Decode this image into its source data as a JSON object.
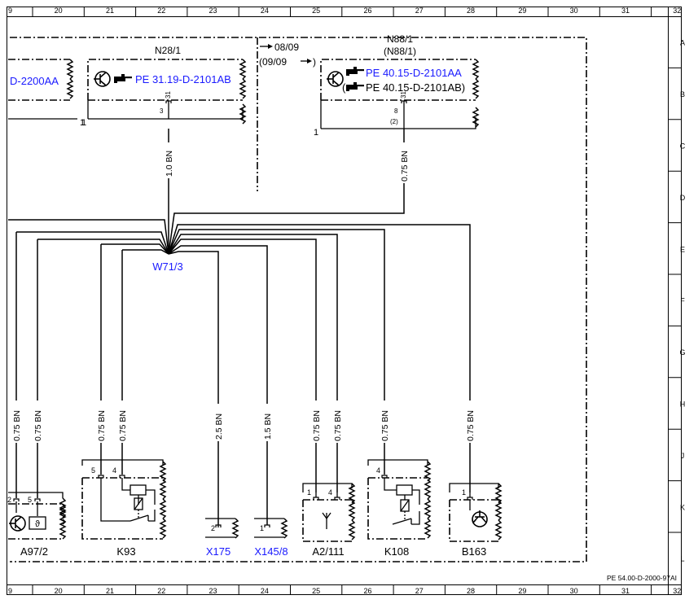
{
  "grid": {
    "columns": [
      "9",
      "20",
      "21",
      "22",
      "23",
      "24",
      "25",
      "26",
      "27",
      "28",
      "29",
      "30",
      "31",
      "32"
    ],
    "rows": [
      "A",
      "B",
      "C",
      "D",
      "E",
      "F",
      "G",
      "H",
      "J",
      "K",
      "L"
    ]
  },
  "doc_ref": "PE 54.00-D-2000-97AI",
  "connections": {
    "to_label": "08/09",
    "from_label": "(09/09"
  },
  "modules": {
    "left_partial": {
      "ref": "D-2200AA",
      "pin": "1"
    },
    "n28": {
      "name": "N28/1",
      "ref": "PE 31.19-D-2101AB",
      "pin_ground": "1",
      "pin_a": "3",
      "pin_b": "31"
    },
    "n88": {
      "name": "N88/1",
      "name_alt": "(N88/1)",
      "ref": "PE 40.15-D-2101AA",
      "ref_alt": "PE 40.15-D-2101AB)",
      "ref_alt_open": "(",
      "pin_ground": "1",
      "pin_a": "8",
      "pin_a_alt": "(2)",
      "pin_b": "31"
    }
  },
  "splice": {
    "name": "W71/3"
  },
  "wires": {
    "n28_ground": "1.0 BN",
    "n88_ground": "0.75 BN",
    "a97_pin2": "0.75 BN",
    "a97_pin5": "0.75 BN",
    "k93_pin5": "0.75 BN",
    "k93_pin4": "0.75 BN",
    "x175": "2.5 BN",
    "x145": "1.5 BN",
    "a2_pin1": "0.75 BN",
    "a2_pin4": "0.75 BN",
    "k108_pin4": "0.75 BN",
    "b163_pin1": "0.75 BN"
  },
  "components": {
    "a97": {
      "name": "A97/2",
      "pin_a": "2",
      "pin_b": "5"
    },
    "k93": {
      "name": "K93",
      "pin_a": "5",
      "pin_b": "4"
    },
    "x175": {
      "name": "X175",
      "pin": "2"
    },
    "x145": {
      "name": "X145/8",
      "pin": "1"
    },
    "a2": {
      "name": "A2/111",
      "pin_a": "1",
      "pin_b": "4"
    },
    "k108": {
      "name": "K108",
      "pin": "4"
    },
    "b163": {
      "name": "B163",
      "pin": "1"
    }
  },
  "colors": {
    "line": "#000000",
    "link": "#1a1aff"
  },
  "icons": [
    "transistor-icon",
    "pointing-hand-icon",
    "relay-icon",
    "antenna-icon",
    "sensor-icon"
  ]
}
